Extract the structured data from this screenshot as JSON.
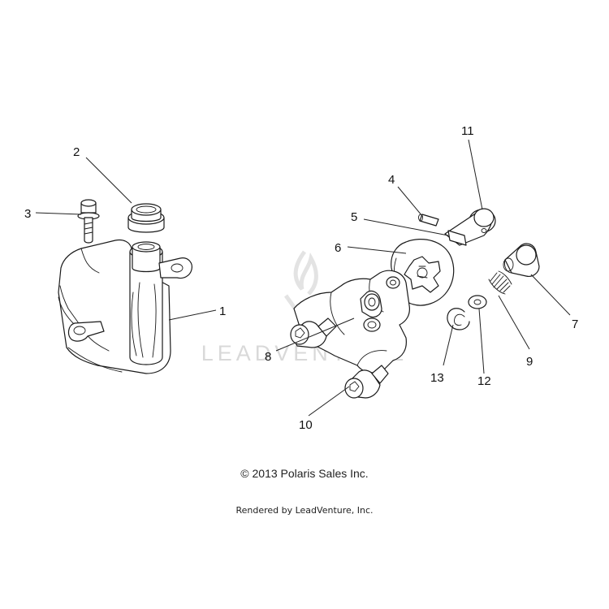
{
  "watermark": {
    "text": "LEADVENTURE"
  },
  "callouts": {
    "c1": "1",
    "c2": "2",
    "c3": "3",
    "c4": "4",
    "c5": "5",
    "c6": "6",
    "c7": "7",
    "c8": "8",
    "c9": "9",
    "c10": "10",
    "c11": "11",
    "c12": "12",
    "c13": "13"
  },
  "footer": {
    "copyright": "© 2013 Polaris Sales Inc.",
    "rendered_by": "Rendered by LeadVenture, Inc."
  }
}
